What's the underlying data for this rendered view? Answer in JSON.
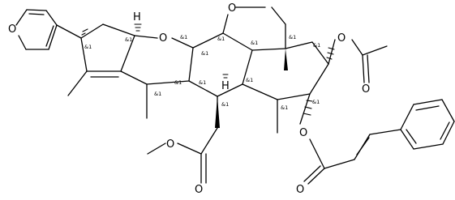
{
  "diagram": {
    "type": "chemical-structure",
    "atom_labels": [
      {
        "id": "o-furan",
        "text": "O"
      },
      {
        "id": "o-ring1",
        "text": "O"
      },
      {
        "id": "o-ring2",
        "text": "O"
      },
      {
        "id": "o-acetate",
        "text": "O"
      },
      {
        "id": "o-acetate-carbonyl",
        "text": "O"
      },
      {
        "id": "o-ester-methyl",
        "text": "O"
      },
      {
        "id": "o-ester-carbonyl",
        "text": "O"
      },
      {
        "id": "o-cinnamate",
        "text": "O"
      },
      {
        "id": "o-cinnamate-carbonyl",
        "text": "O"
      },
      {
        "id": "h-top",
        "text": "H"
      },
      {
        "id": "h-center",
        "text": "H"
      }
    ],
    "stereo_marker_text": "&1",
    "stereo_marker_count": 15
  }
}
